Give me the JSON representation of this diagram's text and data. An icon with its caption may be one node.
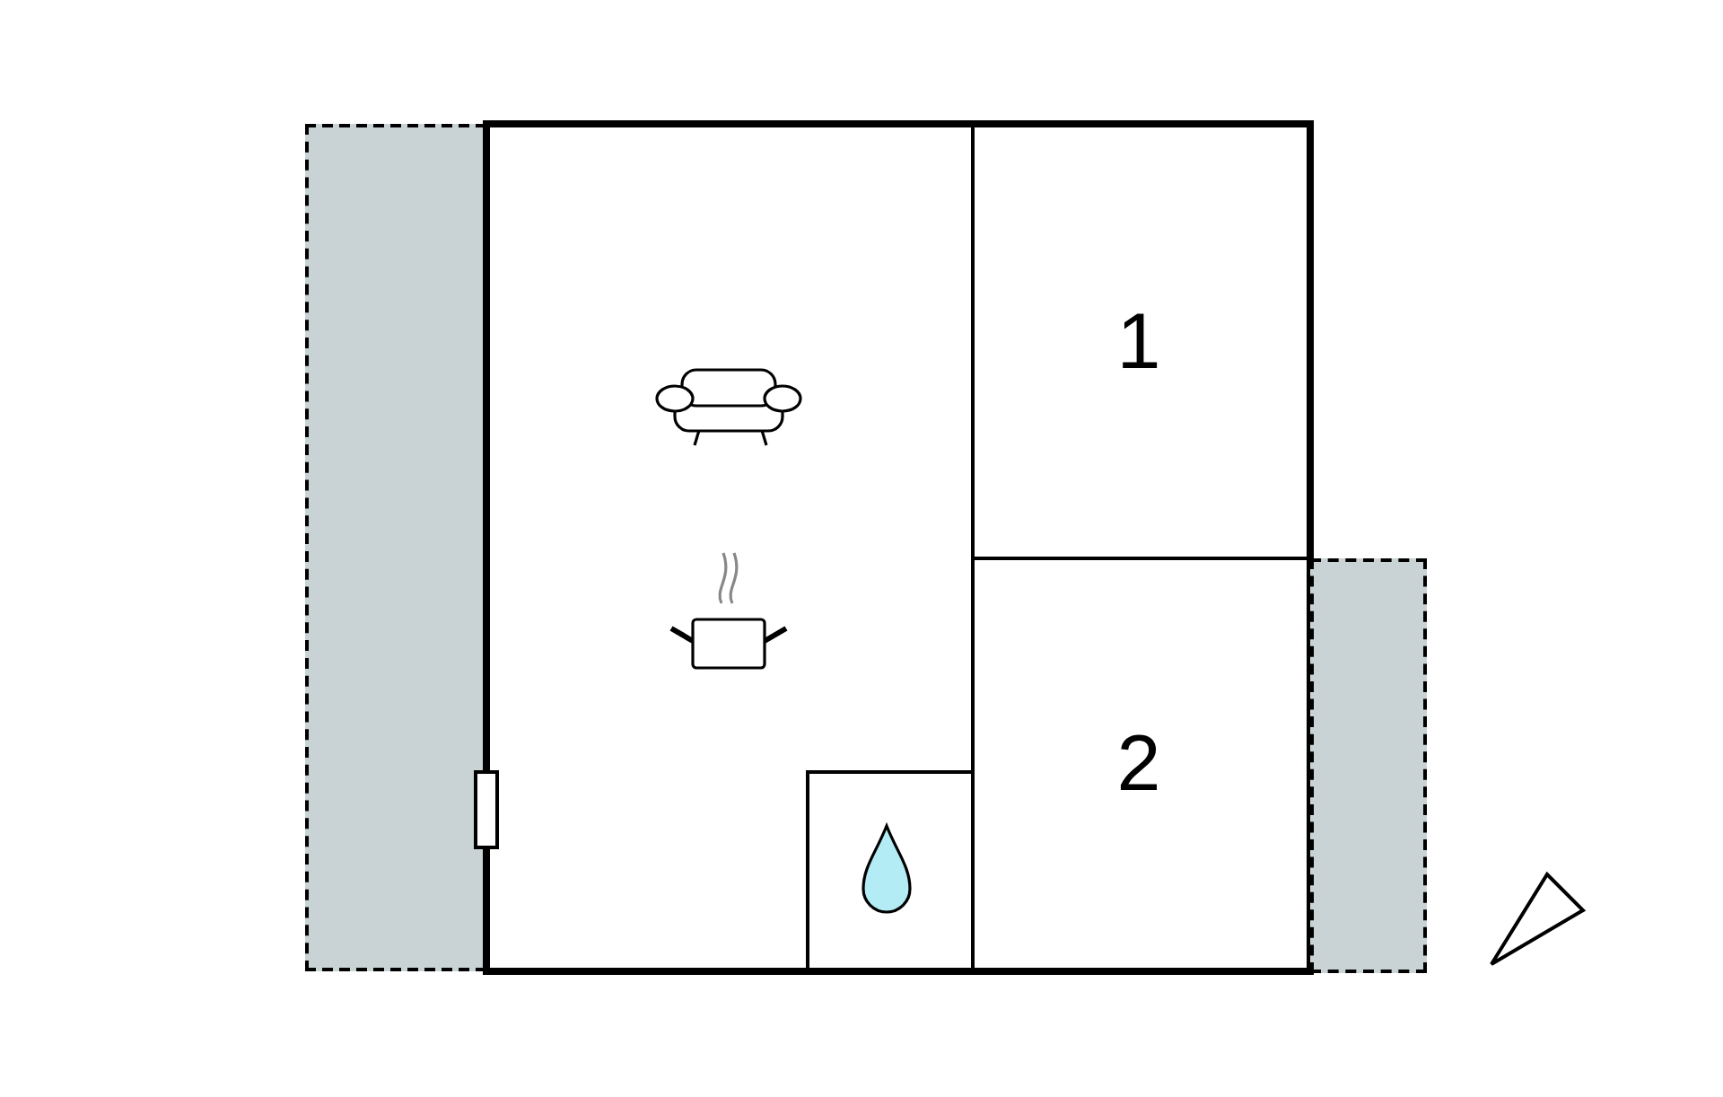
{
  "diagram": {
    "nodes": [
      {
        "text": [],
        "shape": "box"
      },
      {
        "text": [],
        "shape": "box"
      },
      {
        "text": [],
        "shape": "box",
        "in": 1
      },
      {
        "text": [
          "1"
        ]
      },
      {
        "text": [
          "2"
        ]
      },
      {
        "text": [],
        "shape": "box"
      }
    ],
    "edges": []
  }
}
